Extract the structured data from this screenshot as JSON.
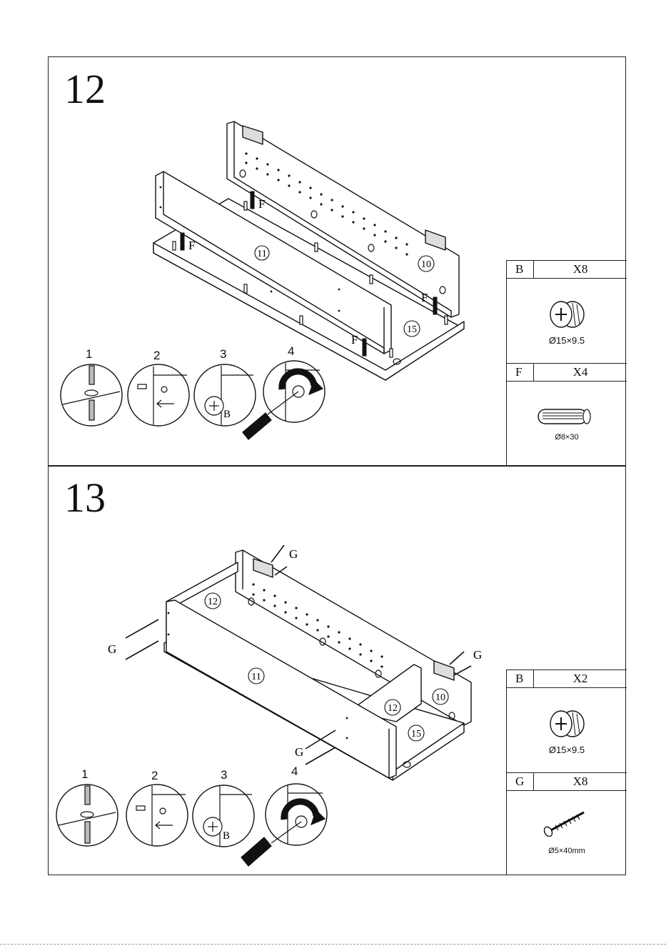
{
  "steps": [
    {
      "number": "12",
      "labels": {
        "p11": "11",
        "p10": "10",
        "p15": "15",
        "dowel": "F",
        "cam": "B"
      },
      "substeps": [
        "1",
        "2",
        "3",
        "4"
      ],
      "parts": [
        {
          "letter": "B",
          "qty": "X8",
          "size": "Ø15×9.5",
          "icon": "cam-lock-icon"
        },
        {
          "letter": "F",
          "qty": "X4",
          "size": "Ø8×30",
          "icon": "wooden-dowel-icon"
        }
      ]
    },
    {
      "number": "13",
      "labels": {
        "p11": "11",
        "p10": "10",
        "p12": "12",
        "p15": "15",
        "screw": "G",
        "cam": "B"
      },
      "substeps": [
        "1",
        "2",
        "3",
        "4"
      ],
      "parts": [
        {
          "letter": "B",
          "qty": "X2",
          "size": "Ø15×9.5",
          "icon": "cam-lock-icon"
        },
        {
          "letter": "G",
          "qty": "X8",
          "size": "Ø5×40mm",
          "icon": "screw-icon"
        }
      ]
    }
  ]
}
